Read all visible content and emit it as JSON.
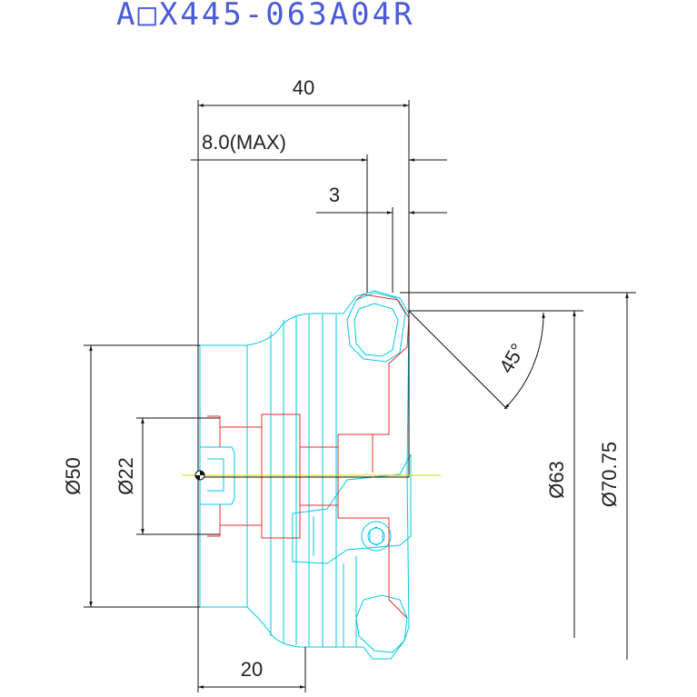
{
  "title": "A□X445-063A04R",
  "dimensions": {
    "length_total": "40",
    "depth_max": "8.0(MAX)",
    "depth_small": "3",
    "angle": "45°",
    "dia_50": "Ø50",
    "dia_22": "Ø22",
    "dia_63": "Ø63",
    "dia_70": "Ø70.75",
    "length_20": "20"
  },
  "colors": {
    "outline": "#00c8e6",
    "hidden_red": "#e03030",
    "dimension": "#111111",
    "title": "#4a5ad8",
    "centerline": "#d8d800"
  }
}
